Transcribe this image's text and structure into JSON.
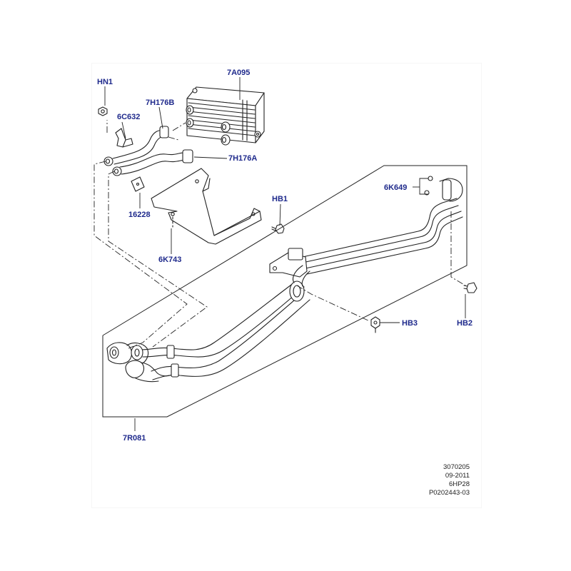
{
  "callouts": {
    "hn1": "HN1",
    "c6c632": "6C632",
    "c7h176b": "7H176B",
    "c7a095": "7A095",
    "c7h176a": "7H176A",
    "c6k649": "6K649",
    "hb1": "HB1",
    "c16228": "16228",
    "c6k743": "6K743",
    "hb3": "HB3",
    "hb2": "HB2",
    "c7r081": "7R081"
  },
  "reference": {
    "line1": "3070205",
    "line2": "09-2011",
    "line3": "6HP28",
    "line4": "P0202443-03"
  },
  "colors": {
    "callout_text": "#1f2a8c",
    "line_art": "#222222"
  }
}
